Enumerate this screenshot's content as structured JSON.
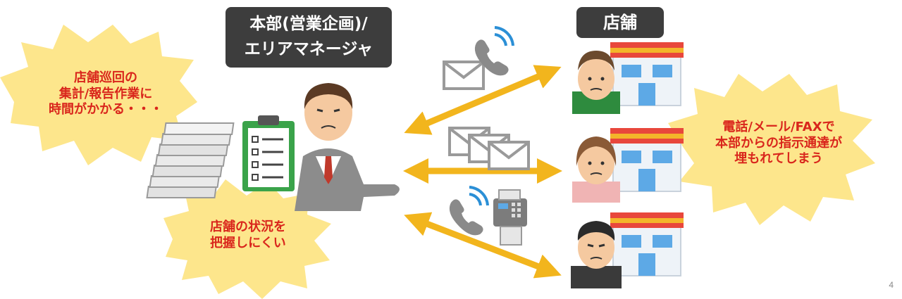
{
  "hq_label": [
    "本部(営業企画)/",
    "エリアマネージャ"
  ],
  "store_label": "店舗",
  "pain_left_top": [
    "店舗巡回の",
    "集計/報告作業に",
    "時間がかかる・・・"
  ],
  "pain_left_bottom": [
    "店舗の状況を",
    "把握しにくい"
  ],
  "pain_right": [
    "電話/メール/FAXで",
    "本部からの指示通達が",
    "埋もれてしまう"
  ],
  "page_number": "4",
  "colors": {
    "arrow": "#f2b51d",
    "burst": "#fde68c",
    "alert_text": "#d9261c",
    "label_bg": "#3d3d3d"
  },
  "icons": [
    "paper-stack-icon",
    "clipboard-icon",
    "manager-person-icon",
    "envelope-icon",
    "phone-icon",
    "fax-icon",
    "store-icon",
    "store-staff-icon"
  ]
}
